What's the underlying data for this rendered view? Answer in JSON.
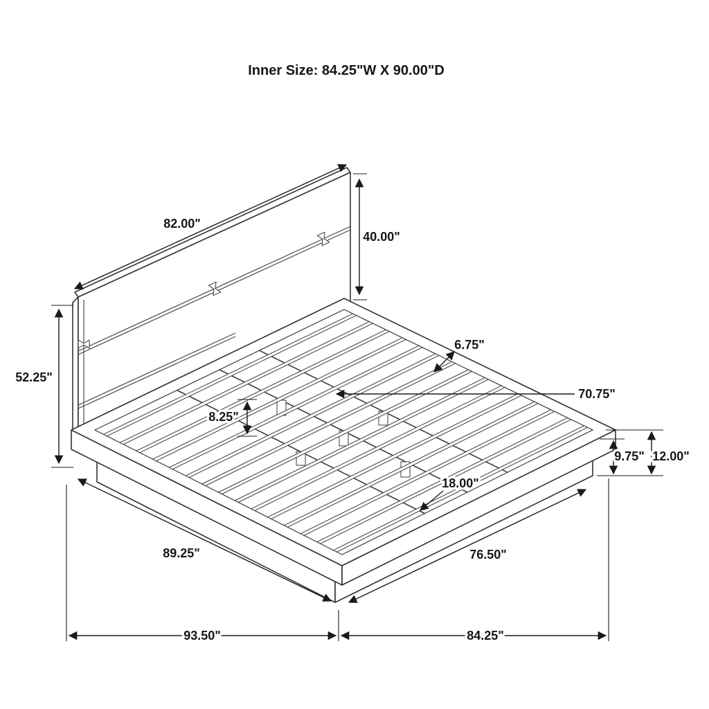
{
  "title": "Inner Size: 84.25\"W X 90.00\"D",
  "dims": {
    "headboard_width": "82.00\"",
    "headboard_height": "40.00\"",
    "total_height": "52.25\"",
    "slat_spacing": "6.75\"",
    "inner_rail_length": "70.75\"",
    "rail_height": "8.25\"",
    "base_height": "9.75\"",
    "platform_height": "12.00\"",
    "foot_spacing": "18.00\"",
    "side_rail_length": "89.25\"",
    "foot_rail_length": "76.50\"",
    "overall_depth": "93.50\"",
    "overall_width": "84.25\""
  }
}
